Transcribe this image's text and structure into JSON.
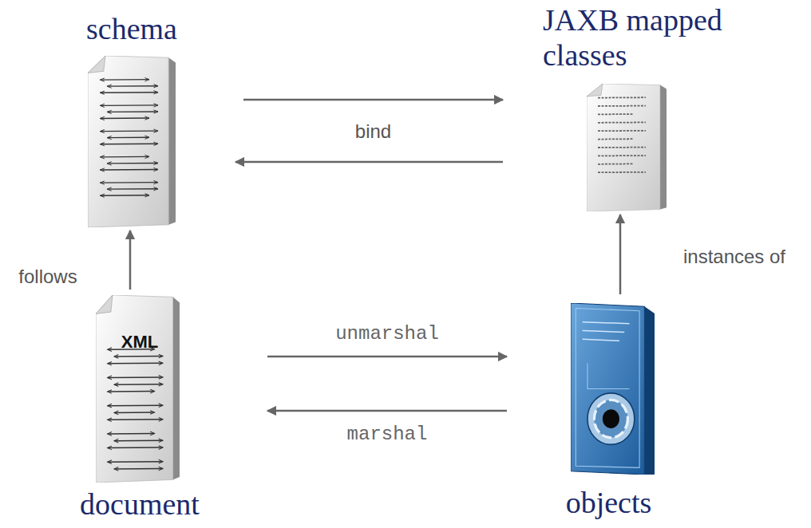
{
  "diagram": {
    "nodes": [
      {
        "text": [
          "schema"
        ]
      },
      {
        "text": [
          "JAXB mapped classes"
        ]
      },
      {
        "text": [
          "XML",
          "document"
        ]
      },
      {
        "text": [
          "objects"
        ]
      }
    ],
    "edges": [
      {
        "from": 0,
        "to": 1,
        "arrow": "to",
        "label": "bind"
      },
      {
        "from": 1,
        "to": 0,
        "arrow": "to"
      },
      {
        "from": 2,
        "to": 0,
        "arrow": "to",
        "label": "follows"
      },
      {
        "from": 3,
        "to": 1,
        "arrow": "to",
        "label": "instances of"
      },
      {
        "from": 2,
        "to": 3,
        "arrow": "to",
        "label": "unmarshal"
      },
      {
        "from": 3,
        "to": 2,
        "arrow": "to",
        "label": "marshal"
      }
    ]
  }
}
